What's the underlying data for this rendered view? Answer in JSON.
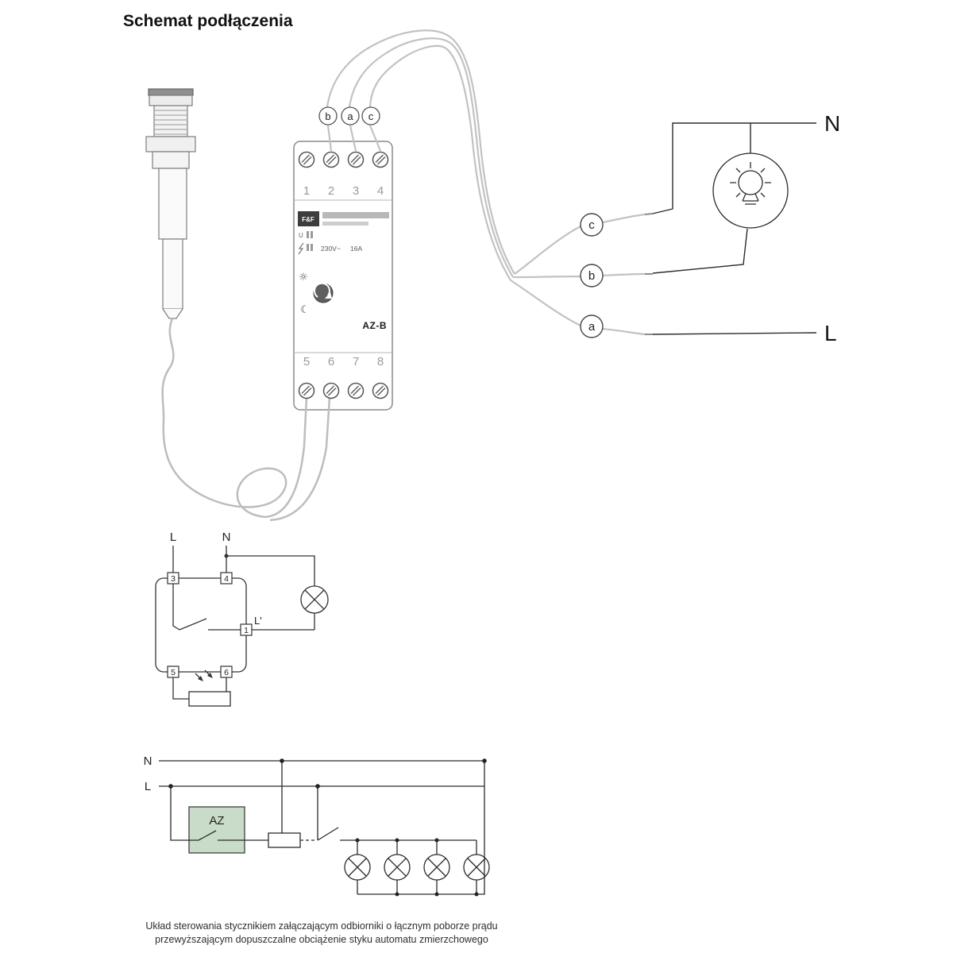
{
  "title": "Schemat podłączenia",
  "module": {
    "brand": "F&F",
    "indicator_u": "U",
    "rating_voltage": "230V~",
    "rating_current": "16A",
    "model": "AZ-B",
    "top_terminals": [
      "1",
      "2",
      "3",
      "4"
    ],
    "bottom_terminals": [
      "5",
      "6",
      "7",
      "8"
    ]
  },
  "icons": {
    "sun": "☼",
    "moon": "☾"
  },
  "wiring": {
    "top_labels": [
      "b",
      "a",
      "c"
    ],
    "right_labels": [
      "c",
      "b",
      "a"
    ],
    "neutral": "N",
    "line": "L"
  },
  "schematic": {
    "line": "L",
    "neutral": "N",
    "line_out": "L'",
    "terminals": {
      "t1": "1",
      "t3": "3",
      "t4": "4",
      "t5": "5",
      "t6": "6"
    }
  },
  "contactor": {
    "neutral": "N",
    "line": "L",
    "device": "AZ"
  },
  "caption": {
    "line1": "Układ sterowania stycznikiem załączającym odbiorniki o łącznym poborze prądu",
    "line2": "przewyższającym dopuszczalne obciążenie styku automatu zmierzchowego"
  }
}
